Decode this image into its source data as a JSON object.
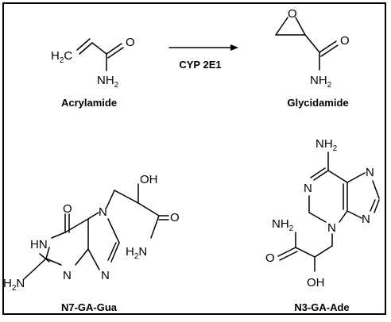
{
  "reaction": {
    "reactant_name": "Acrylamide",
    "product_name": "Glycidamide",
    "enzyme": "CYP 2E1"
  },
  "adducts": {
    "left_name": "N7-GA-Gua",
    "right_name": "N3-GA-Ade"
  },
  "atoms": {
    "O": "O",
    "N": "N",
    "H": "H",
    "HN": "HN",
    "OH": "OH",
    "H2": "2",
    "NH": "NH",
    "C": "C"
  },
  "colors": {
    "stroke": "#000000",
    "background": "#ffffff",
    "frame": "#000000"
  }
}
